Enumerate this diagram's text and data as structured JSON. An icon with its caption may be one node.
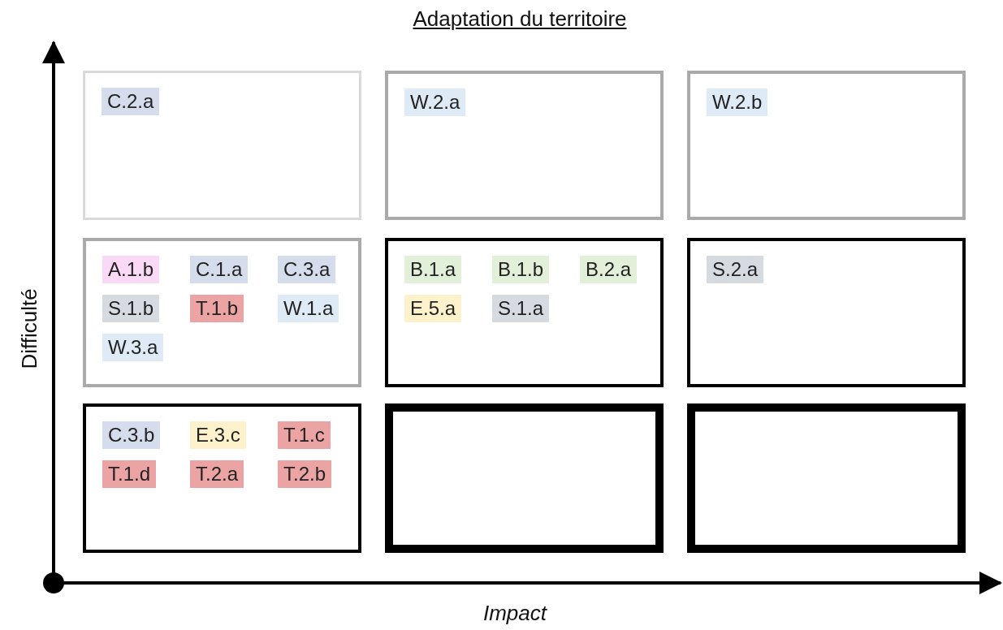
{
  "diagram": {
    "title": "Adaptation du territoire",
    "nodes": [
      {
        "text": [],
        "shape": "box"
      },
      {
        "text": [
          "C.2.a"
        ],
        "in": 0
      },
      {
        "text": [],
        "shape": "box"
      },
      {
        "text": [
          "W.2.a"
        ],
        "in": 2
      },
      {
        "text": [],
        "shape": "box"
      },
      {
        "text": [
          "W.2.b"
        ],
        "in": 4
      },
      {
        "text": [],
        "shape": "box"
      },
      {
        "text": [
          "A.1.b"
        ],
        "in": 6
      },
      {
        "text": [
          "C.1.a"
        ],
        "in": 6
      },
      {
        "text": [
          "C.3.a"
        ],
        "in": 6
      },
      {
        "text": [
          "S.1.b"
        ],
        "in": 6
      },
      {
        "text": [
          "T.1.b"
        ],
        "in": 6
      },
      {
        "text": [
          "W.1.a"
        ],
        "in": 6
      },
      {
        "text": [
          "W.3.a"
        ],
        "in": 6
      },
      {
        "text": [],
        "shape": "box"
      },
      {
        "text": [
          "B.1.a"
        ],
        "in": 14
      },
      {
        "text": [
          "B.1.b"
        ],
        "in": 14
      },
      {
        "text": [
          "B.2.a"
        ],
        "in": 14
      },
      {
        "text": [
          "E.5.a"
        ],
        "in": 14
      },
      {
        "text": [
          "S.1.a"
        ],
        "in": 14
      },
      {
        "text": [],
        "shape": "box"
      },
      {
        "text": [
          "S.2.a"
        ],
        "in": 20
      },
      {
        "text": [],
        "shape": "box"
      },
      {
        "text": [
          "C.3.b"
        ],
        "in": 22
      },
      {
        "text": [
          "E.3.c"
        ],
        "in": 22
      },
      {
        "text": [
          "T.1.c"
        ],
        "in": 22
      },
      {
        "text": [
          "T.1.d"
        ],
        "in": 22
      },
      {
        "text": [
          "T.2.a"
        ],
        "in": 22
      },
      {
        "text": [
          "T.2.b"
        ],
        "in": 22
      },
      {
        "text": [],
        "shape": "box"
      },
      {
        "text": [],
        "shape": "box"
      }
    ],
    "edges": [],
    "labels": [
      "Difficulté",
      "Impact"
    ]
  }
}
